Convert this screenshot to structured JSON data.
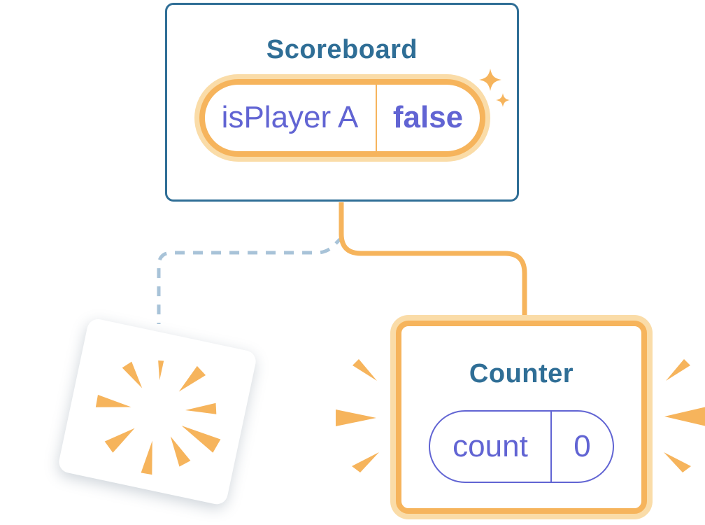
{
  "diagram": {
    "scoreboard_card": {
      "title": "Scoreboard",
      "state_pill": {
        "name": "isPlayer A",
        "value": "false"
      }
    },
    "counter_card": {
      "title": "Counter",
      "state_pill": {
        "name": "count",
        "value": "0"
      }
    }
  },
  "colors": {
    "accent_orange": "#F6B45C",
    "accent_orange_light": "#FADCA8",
    "outline_blue": "#2F6E96",
    "state_text_indigo": "#6164D3",
    "dashed_connector_blue": "#A8C3D8",
    "card_background": "#FFFFFF"
  },
  "icons": {
    "sparkles": "sparkle-icon",
    "burst": "burst-icon",
    "emphasis_marks": "emphasis-marks"
  }
}
